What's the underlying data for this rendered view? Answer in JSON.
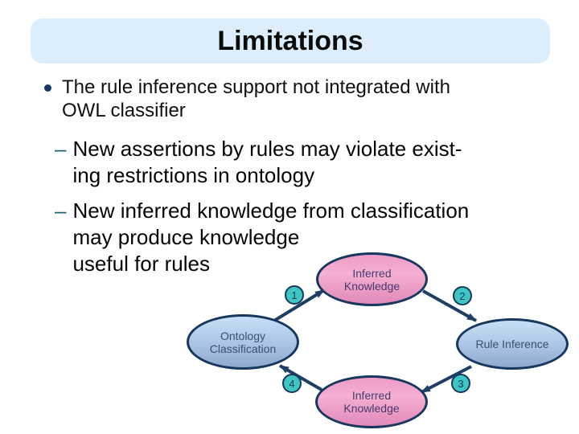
{
  "slide": {
    "title": "Limitations",
    "bullets": {
      "item1": {
        "text": "The rule inference support not integrated with\nOWL classifier"
      },
      "item2": {
        "marker": "–",
        "text": "New assertions by rules may violate exist-\ning restrictions in ontology"
      },
      "item3": {
        "marker": "–",
        "text": "New inferred knowledge from classification\nmay produce knowledge\nuseful for rules"
      }
    }
  },
  "diagram": {
    "nodes": {
      "top": {
        "label": "Inferred\nKnowledge"
      },
      "left": {
        "label": "Ontology\nClassification"
      },
      "right": {
        "label": "Rule Inference"
      },
      "bottom": {
        "label": "Inferred\nKnowledge"
      }
    },
    "steps": {
      "s1": "1",
      "s2": "2",
      "s3": "3",
      "s4": "4"
    },
    "colors": {
      "banner_bg": "#DCEEFC",
      "bullet_dot": "#17365D",
      "dash_accent": "#1F6272",
      "node_border": "#17375E",
      "arrow": "#1F3E63",
      "pink_fill_top": "#F2AACF",
      "pink_fill_bottom": "#E287B7",
      "blue_fill_top": "#C8DFF7",
      "blue_fill_bottom": "#8FA9CE",
      "step_badge_fill": "#3EC7C2"
    }
  }
}
